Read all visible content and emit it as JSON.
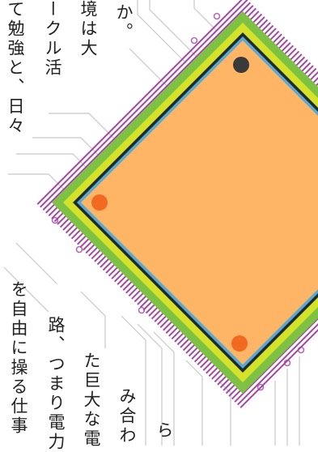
{
  "illustration": {
    "subject": "microchip",
    "colors": {
      "die": "#ffb566",
      "rim": "#5aaad0",
      "dark_border": "#1f2a30",
      "substrate": "#7dc242",
      "ring": "#d4e22a",
      "pins": "#a349a4",
      "traces": "#c8c8c8",
      "trace_node": "#b06ab3",
      "dot_dark": "#3a3a3a",
      "dot_orange": "#f26a21"
    }
  },
  "text_columns": {
    "top": [
      {
        "text": "か。"
      },
      {
        "text": "境は大"
      },
      {
        "text": "ークル活"
      },
      {
        "text": "て勉強と、日々"
      }
    ],
    "bottom": [
      {
        "text": "を自由に操る仕事"
      },
      {
        "text": "路、つまり電力"
      },
      {
        "text": "た巨大な電"
      },
      {
        "text": "み合わ"
      },
      {
        "text": "ら"
      }
    ]
  }
}
